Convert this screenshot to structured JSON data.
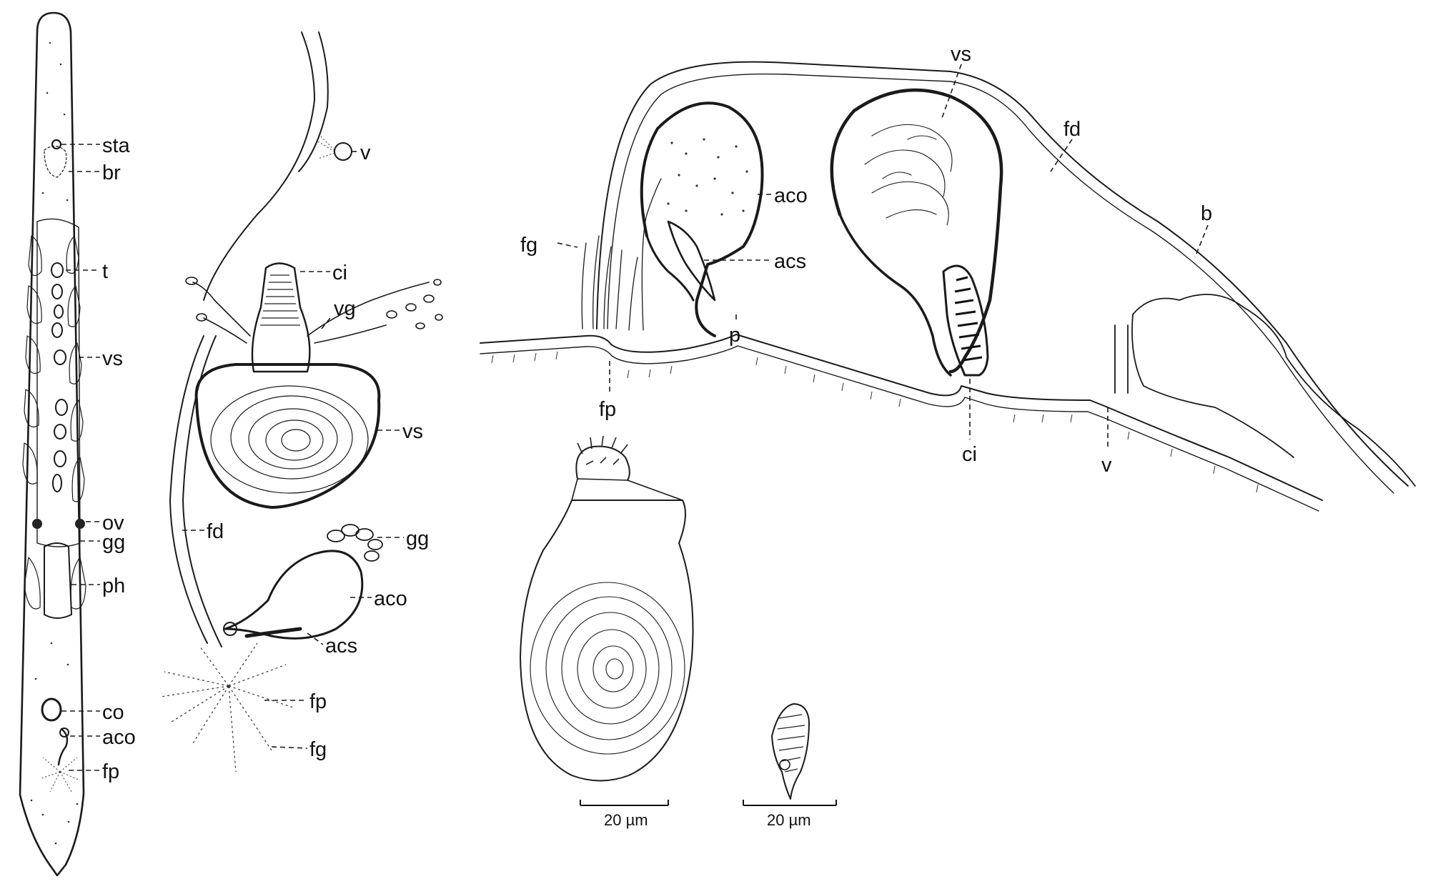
{
  "panel_a": {
    "labels": {
      "sta": "sta",
      "br": "br",
      "t": "t",
      "vs": "vs",
      "ov": "ov",
      "gg": "gg",
      "ph": "ph",
      "co": "co",
      "aco": "aco",
      "fp": "fp"
    }
  },
  "panel_b": {
    "labels": {
      "v": "v",
      "ci": "ci",
      "vg": "vg",
      "vs": "vs",
      "fd": "fd",
      "gg": "gg",
      "aco": "aco",
      "acs": "acs",
      "fp": "fp",
      "fg": "fg"
    }
  },
  "panel_c": {
    "labels": {
      "vs": "vs",
      "fd": "fd",
      "aco": "aco",
      "fg": "fg",
      "acs": "acs",
      "b": "b",
      "fp": "fp",
      "p": "p",
      "ci": "ci",
      "v": "v"
    }
  },
  "scale_bars": {
    "left": "20 µm",
    "right": "20 µm"
  }
}
